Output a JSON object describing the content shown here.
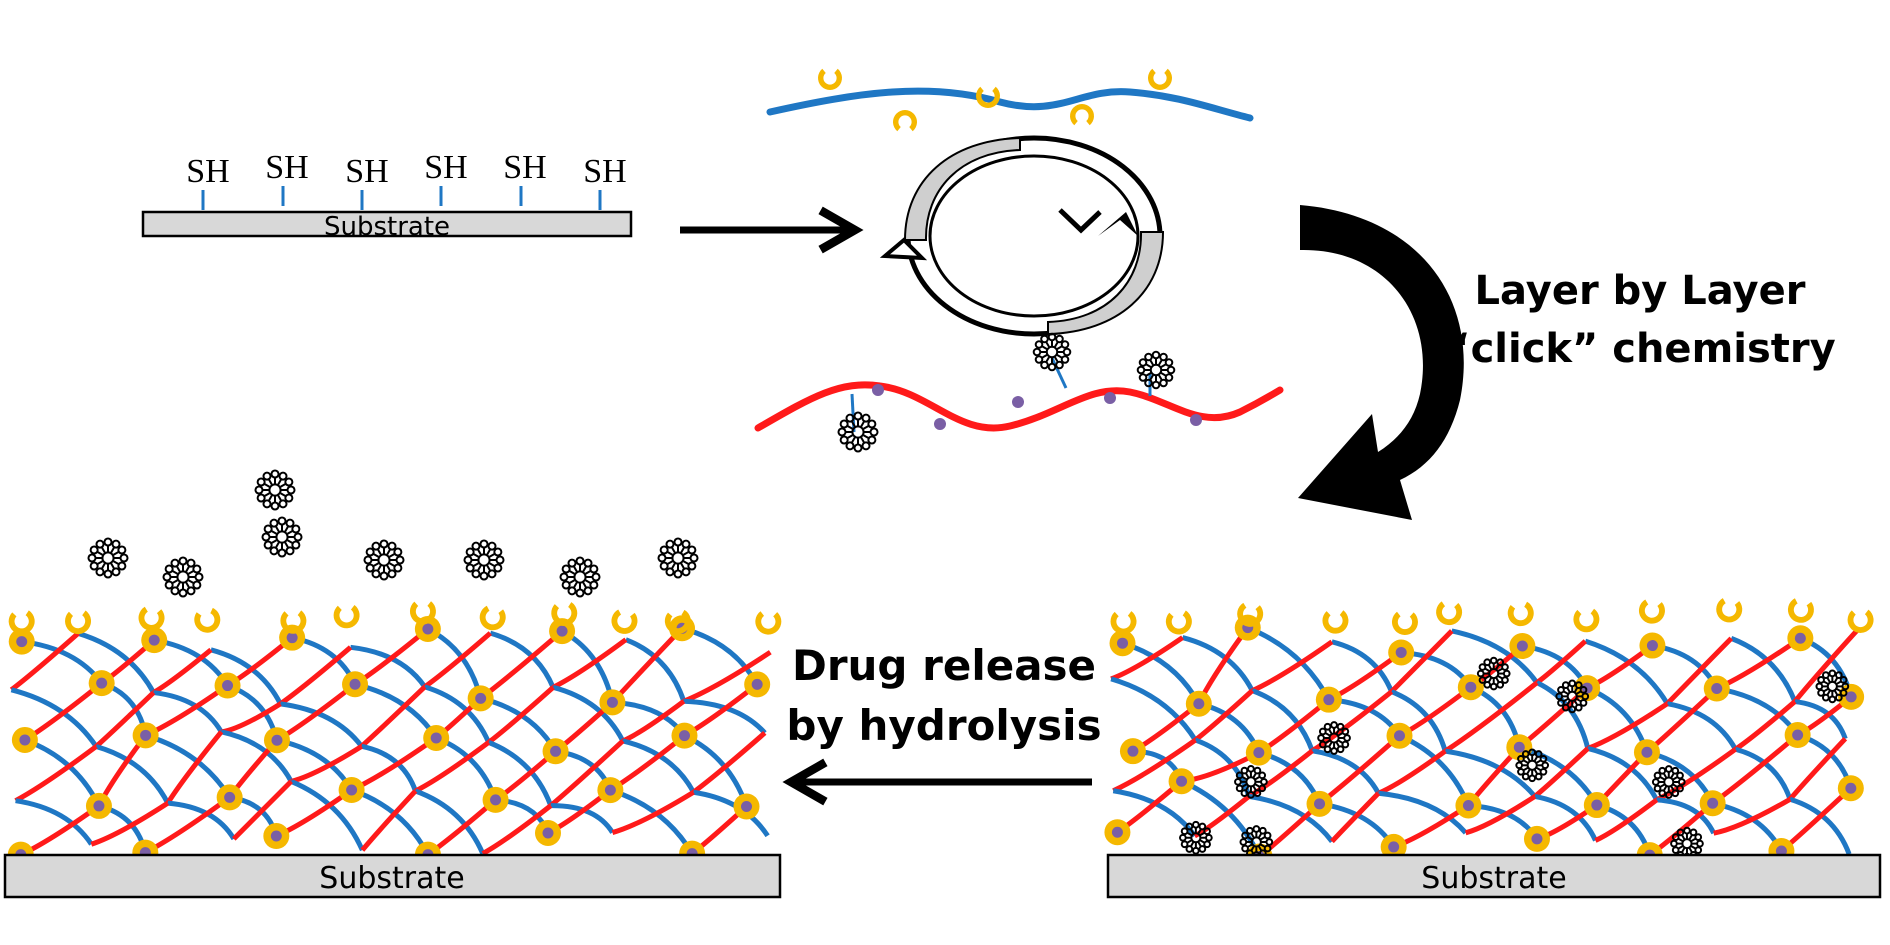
{
  "substrate_top": {
    "label": "Substrate",
    "thiol_labels": [
      "SH",
      "SH",
      "SH",
      "SH",
      "SH",
      "SH"
    ]
  },
  "substrate_bottom_left": {
    "label": "Substrate"
  },
  "substrate_bottom_right": {
    "label": "Substrate"
  },
  "lbl_step": {
    "line1": "Layer by Layer",
    "line2": "“click” chemistry"
  },
  "release_step": {
    "line1": "Drug release",
    "line2": "by hydrolysis"
  },
  "colors": {
    "blue_polymer": "#1f77c4",
    "red_polymer": "#ff1a1a",
    "cyclodextrin_ring": "#f5b800",
    "crosslink_dot": "#7a5fa5",
    "drug": "#000000",
    "substrate_fill": "#d8d8d8"
  },
  "icons": [
    "cycle-arrows-icon",
    "curved-arrow-icon",
    "drug-molecule-icon",
    "cyclodextrin-icon"
  ]
}
